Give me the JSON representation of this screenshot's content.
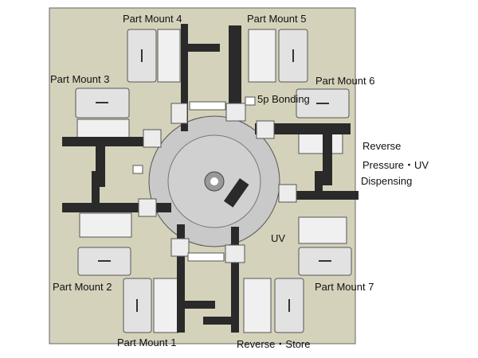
{
  "labels": {
    "pm1": "Part Mount 1",
    "pm2": "Part Mount 2",
    "pm3": "Part Mount 3",
    "pm4": "Part Mount 4",
    "pm5": "Part Mount 5",
    "pm6": "Part Mount 6",
    "pm7": "Part Mount 7",
    "bonding": "5p Bonding",
    "reverse": "Reverse",
    "pressure_uv": "Pressure・UV",
    "dispensing": "Dispensing",
    "uv": "UV",
    "reverse_store": "Reverse・Store"
  },
  "colors": {
    "floor": "#d5d2bb",
    "table": "#c9c9c9",
    "rail": "#1a1a1a",
    "tray": "#e2e2e2",
    "tray_edge": "#a9c9dc"
  }
}
